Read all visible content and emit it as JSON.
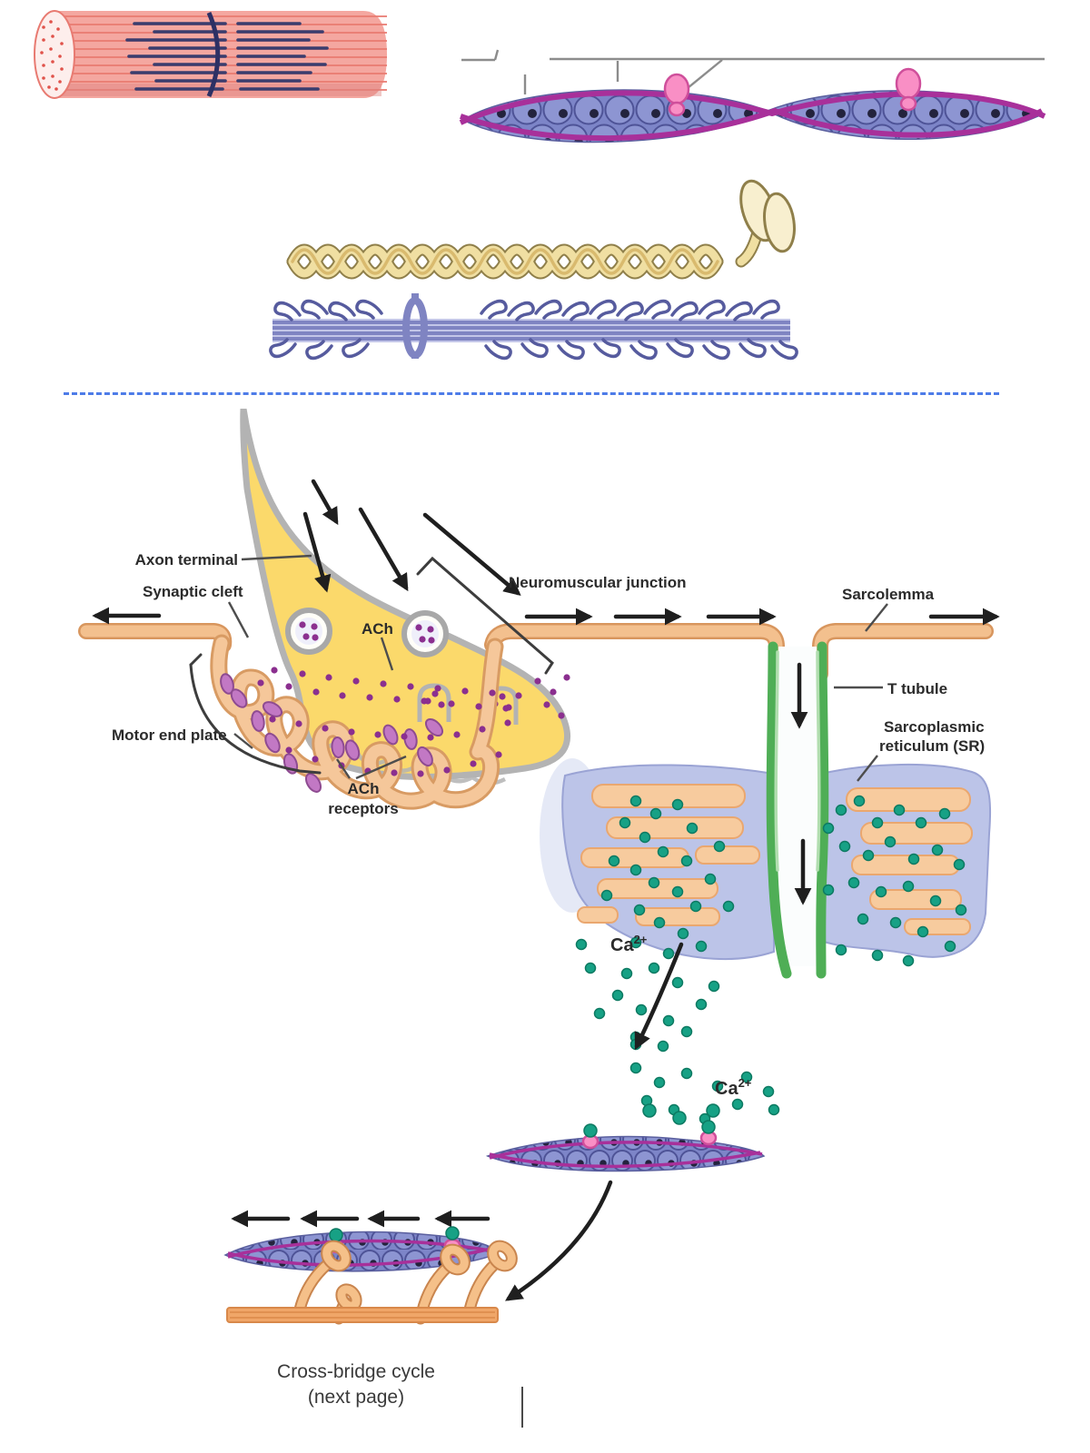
{
  "labels": {
    "axon_terminal": "Axon terminal",
    "synaptic_cleft": "Synaptic cleft",
    "ach": "ACh",
    "motor_end_plate": "Motor end plate",
    "ach_receptors_line1": "ACh",
    "ach_receptors_line2": "receptors",
    "neuromuscular_junction": "Neuromuscular junction",
    "sarcolemma": "Sarcolemma",
    "t_tubule": "T tubule",
    "sr_line1": "Sarcoplasmic",
    "sr_line2": "reticulum (SR)",
    "ca_base": "Ca",
    "ca_sup": "2+",
    "cross_bridge_line1": "Cross-bridge cycle",
    "cross_bridge_line2": "(next page)"
  },
  "icons": {
    "figures": [
      "myofibril-figure",
      "thin-filament-figure",
      "myosin-molecule-figure",
      "thick-filament-figure",
      "neuromuscular-junction-diagram"
    ]
  },
  "colors": {
    "label-text": "#2b2b2b",
    "caption-text": "#3a3a3a",
    "arrow": "#1f1f1f",
    "divider-blue": "#4d7ce8",
    "fiber-pink": "#f4a7a0",
    "fiber-stripe": "#e87a71",
    "fiber-filament": "#3a3d6e",
    "actin-bead": "#8d95d2",
    "tropomyosin": "#a8309a",
    "troponin-pink": "#f98fc5",
    "myosin-tail-light": "#f0dfa2",
    "thick-filament": "#7f84c2",
    "axon-yellow": "#fbd96b",
    "membrane-gray": "#b3b3b3",
    "sarcolemma-fill": "#f3c08e",
    "t-tubule-green": "#4fae56",
    "sr-lavender": "#bcc4e8",
    "sr-cisternae": "#f7cb9e",
    "calcium-teal": "#17a185",
    "ach-purple": "#8b2f8f",
    "receptor-purple": "#c278c4"
  }
}
